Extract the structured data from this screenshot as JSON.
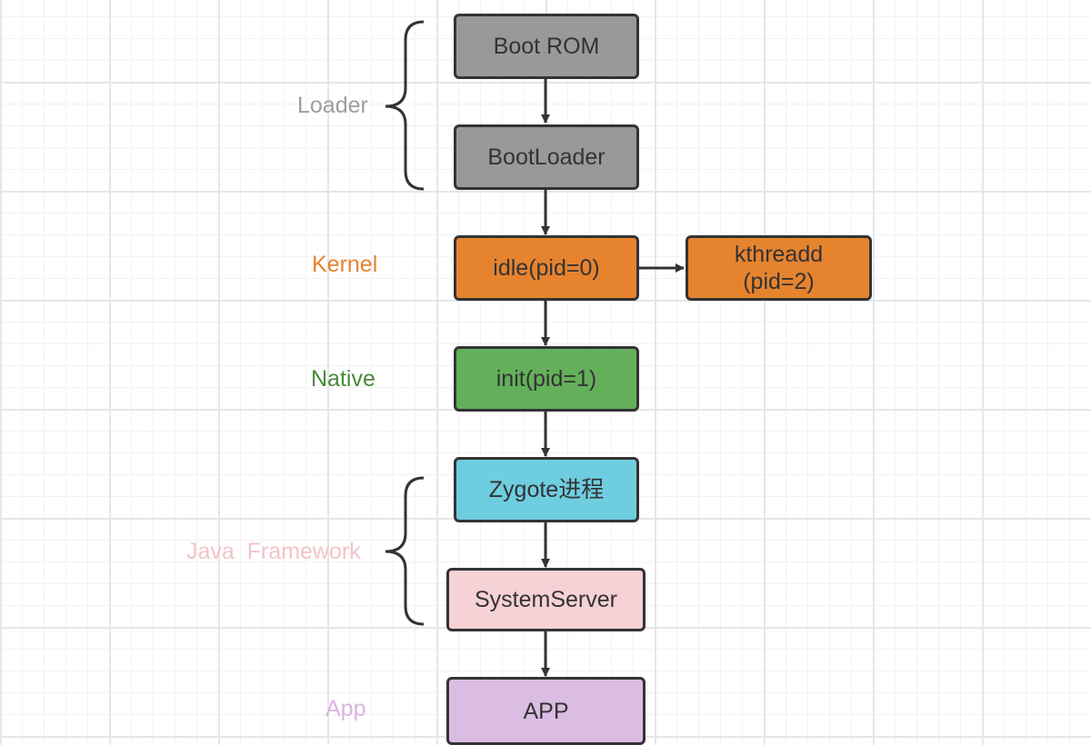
{
  "colors": {
    "stroke": "#333333",
    "loader_fill": "#999999",
    "kernel_fill": "#e6832f",
    "native_fill": "#64b05a",
    "zygote_fill": "#6fcde0",
    "systemserver_fill": "#f6d1d6",
    "app_fill": "#dbbde3",
    "loader_text": "#9e9e9e",
    "kernel_text": "#e6832f",
    "native_text": "#4a8a3a",
    "java_framework_text": "#f2c4ca",
    "app_text": "#dab4e1"
  },
  "layers": {
    "loader": "Loader",
    "kernel": "Kernel",
    "native": "Native",
    "java_framework": "Java  Framework",
    "app": "App"
  },
  "nodes": {
    "boot_rom": "Boot ROM",
    "bootloader": "BootLoader",
    "idle": "idle(pid=0)",
    "kthreadd_line1": "kthreadd",
    "kthreadd_line2": "(pid=2)",
    "init": "init(pid=1)",
    "zygote": "Zygote进程",
    "systemserver": "SystemServer",
    "app": "APP"
  }
}
